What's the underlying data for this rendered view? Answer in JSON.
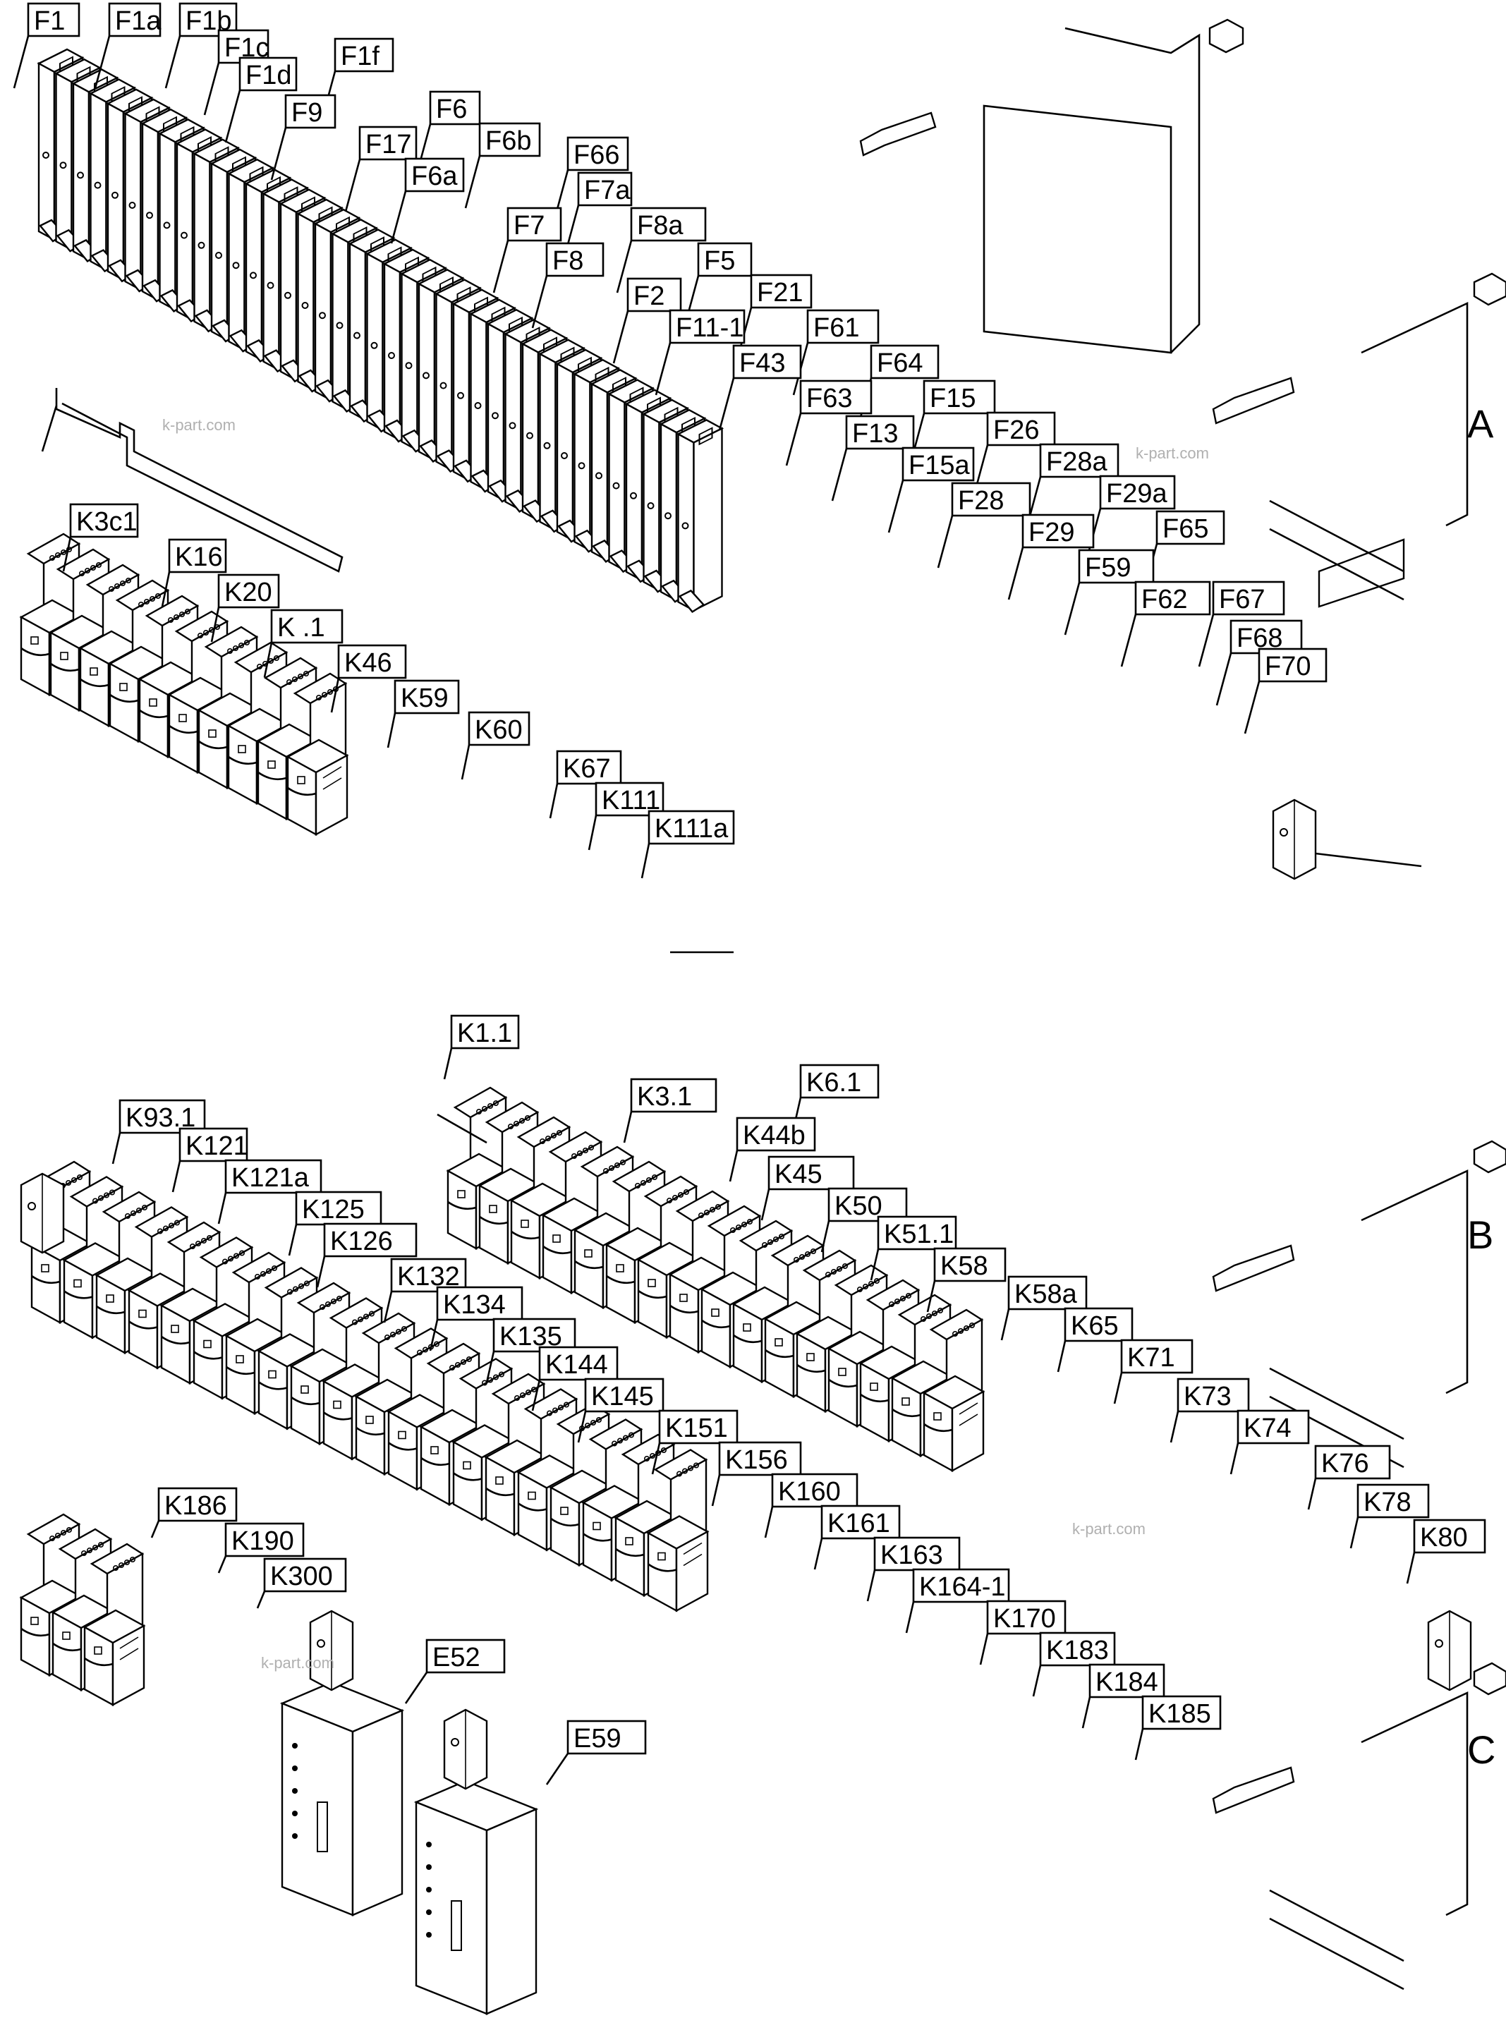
{
  "diagram": {
    "fuse_labels": [
      "F1",
      "F1a",
      "F1b",
      "F1c",
      "F1d",
      "F1f",
      "F9",
      "F6",
      "F17",
      "F6b",
      "F6a",
      "F66",
      "F7a",
      "F7",
      "F8a",
      "F8",
      "F5",
      "F2",
      "F21",
      "F11-1",
      "F61",
      "F43",
      "F64",
      "F63",
      "F15",
      "F13",
      "F26",
      "F15a",
      "F28a",
      "F28",
      "F29a",
      "F29",
      "F65",
      "F59",
      "F62",
      "F67",
      "F68",
      "F70"
    ],
    "relay_group_top_labels": [
      "K3c1",
      "K16",
      "K20",
      "K .1",
      "K46",
      "K59",
      "K60",
      "K67",
      "K111",
      "K111a"
    ],
    "relay_rack_right_labels": [
      "K1.1",
      "K3.1",
      "K6.1",
      "K44b",
      "K45",
      "K50",
      "K51.1",
      "K58",
      "K58a",
      "K65",
      "K71",
      "K73",
      "K74",
      "K76",
      "K78",
      "K80"
    ],
    "relay_rack_left_labels": [
      "K93.1",
      "K121",
      "K121a",
      "K125",
      "K126",
      "K132",
      "K134",
      "K135",
      "K144",
      "K145",
      "K151",
      "K156",
      "K160",
      "K161",
      "K163",
      "K164-1",
      "K170",
      "K183",
      "K184",
      "K185"
    ],
    "small_relay_labels": [
      "K186",
      "K190",
      "K300"
    ],
    "module_labels": [
      "E52",
      "E59"
    ],
    "bracket_detail_labels": [
      "A",
      "B",
      "C"
    ],
    "watermark": "k-part.com"
  }
}
